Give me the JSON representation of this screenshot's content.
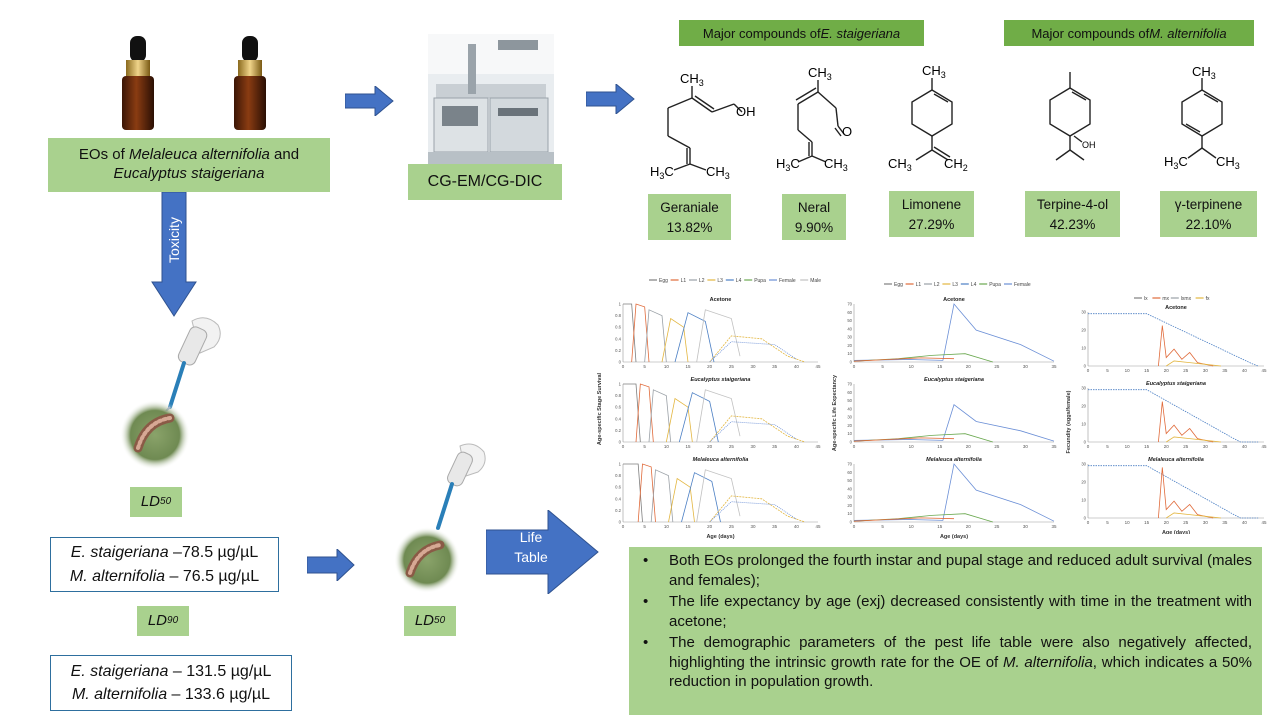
{
  "eos_box": {
    "line1_prefix": "EOs of ",
    "line1_italic": "Melaleuca alternifolia",
    "line1_suffix": " and",
    "line2_italic": "Eucalyptus staigeriana"
  },
  "instrument_label": "CG-EM/CG-DIC",
  "headers": {
    "staig_prefix": "Major compounds of ",
    "staig_italic": "E. staigeriana",
    "alt_prefix": "Major compounds of ",
    "alt_italic": "M. alternifolia"
  },
  "compounds": [
    {
      "name": "Geraniale",
      "value": "13.82%"
    },
    {
      "name": "Neral",
      "value": "9.90%"
    },
    {
      "name": "Limonene",
      "value": "27.29%"
    },
    {
      "name": "Terpine-4-ol",
      "value": "42.23%"
    },
    {
      "name": "γ-terpinene",
      "value": "22.10%"
    }
  ],
  "molecule_labels": {
    "ch3": "CH",
    "sub3": "3",
    "h3c": "H",
    "c": "C",
    "oh": "OH",
    "o": "O",
    "ch2": "CH",
    "sub2": "2"
  },
  "toxicity_label": "Toxicity",
  "ld50_label_1": {
    "main": "LD",
    "sub": "50"
  },
  "ld90_label": {
    "main": "LD",
    "sub": "90"
  },
  "ld50_label_2": {
    "main": "LD",
    "sub": "50"
  },
  "ld50_values": {
    "staig_name": "E. staigeriana",
    "staig_value": " –78.5 µg/µL",
    "alt_name": "M. alternifolia",
    "alt_value": " – 76.5 µg/µL"
  },
  "ld90_values": {
    "staig_name": "E. staigeriana",
    "staig_value": " – 131.5 µg/µL",
    "alt_name": "M. alternifolia",
    "alt_value": " – 133.6 µg/µL"
  },
  "life_table_label": {
    "line1": "Life",
    "line2": "Table"
  },
  "results": [
    {
      "text": "Both EOs prolonged the fourth instar and pupal stage and reduced adult survival (males and females);"
    },
    {
      "text": "The life expectancy by age (exj) decreased consistently with time in the treatment with acetone;"
    },
    {
      "text_prefix": "The demographic parameters of the pest life table were also negatively affected, highlighting the intrinsic growth rate for the OE of ",
      "text_italic": "M. alternifolia",
      "text_suffix": ", which indicates a 50% reduction in population growth."
    }
  ],
  "colors": {
    "arrow": "#4472c4",
    "box_green": "#a9d18e",
    "header_green": "#70ad47",
    "border_blue": "#2e6f9e"
  },
  "charts": {
    "survival": {
      "legend": [
        "Egg",
        "L1",
        "L2",
        "L3",
        "L4",
        "Pupa",
        "Female",
        "Male"
      ],
      "ylabel": "Age-specific Stage Survival",
      "xlabel": "Age (days)",
      "panels": [
        "Acetone",
        "Eucalyptus staigeriana",
        "Melaleuca alternifolia"
      ],
      "xticks": [
        "0",
        "5",
        "10",
        "15",
        "20",
        "25",
        "30",
        "35",
        "40",
        "45"
      ],
      "yticks": [
        "0",
        "0.2",
        "0.4",
        "0.6",
        "0.8",
        "1"
      ]
    },
    "life_expectancy": {
      "legend": [
        "Egg",
        "L1",
        "L2",
        "L3",
        "L4",
        "Pupa",
        "Female"
      ],
      "ylabel": "Age-specific Life Expectancy",
      "xlabel": "Age (days)",
      "panels": [
        "Acetone",
        "Eucalyptus staigeriana",
        "Melaleuca alternifolia"
      ],
      "xticks": [
        "0",
        "5",
        "10",
        "15",
        "20",
        "25",
        "30",
        "35"
      ],
      "yticks": [
        "0",
        "10",
        "20",
        "30",
        "40",
        "50",
        "60",
        "70"
      ]
    },
    "fecundity": {
      "legend": [
        "lx",
        "mx",
        "lxmx",
        "fx"
      ],
      "ylabel": "Fecundity (eggs/female)",
      "xlabel": "Age (days)",
      "panels": [
        "Acetone",
        "Eucalyptus staigeriana",
        "Melaleuca alternifolia"
      ],
      "xticks": [
        "0",
        "5",
        "10",
        "15",
        "20",
        "25",
        "30",
        "35",
        "40",
        "45"
      ],
      "yticks": [
        "0",
        "10",
        "20",
        "30"
      ]
    }
  }
}
